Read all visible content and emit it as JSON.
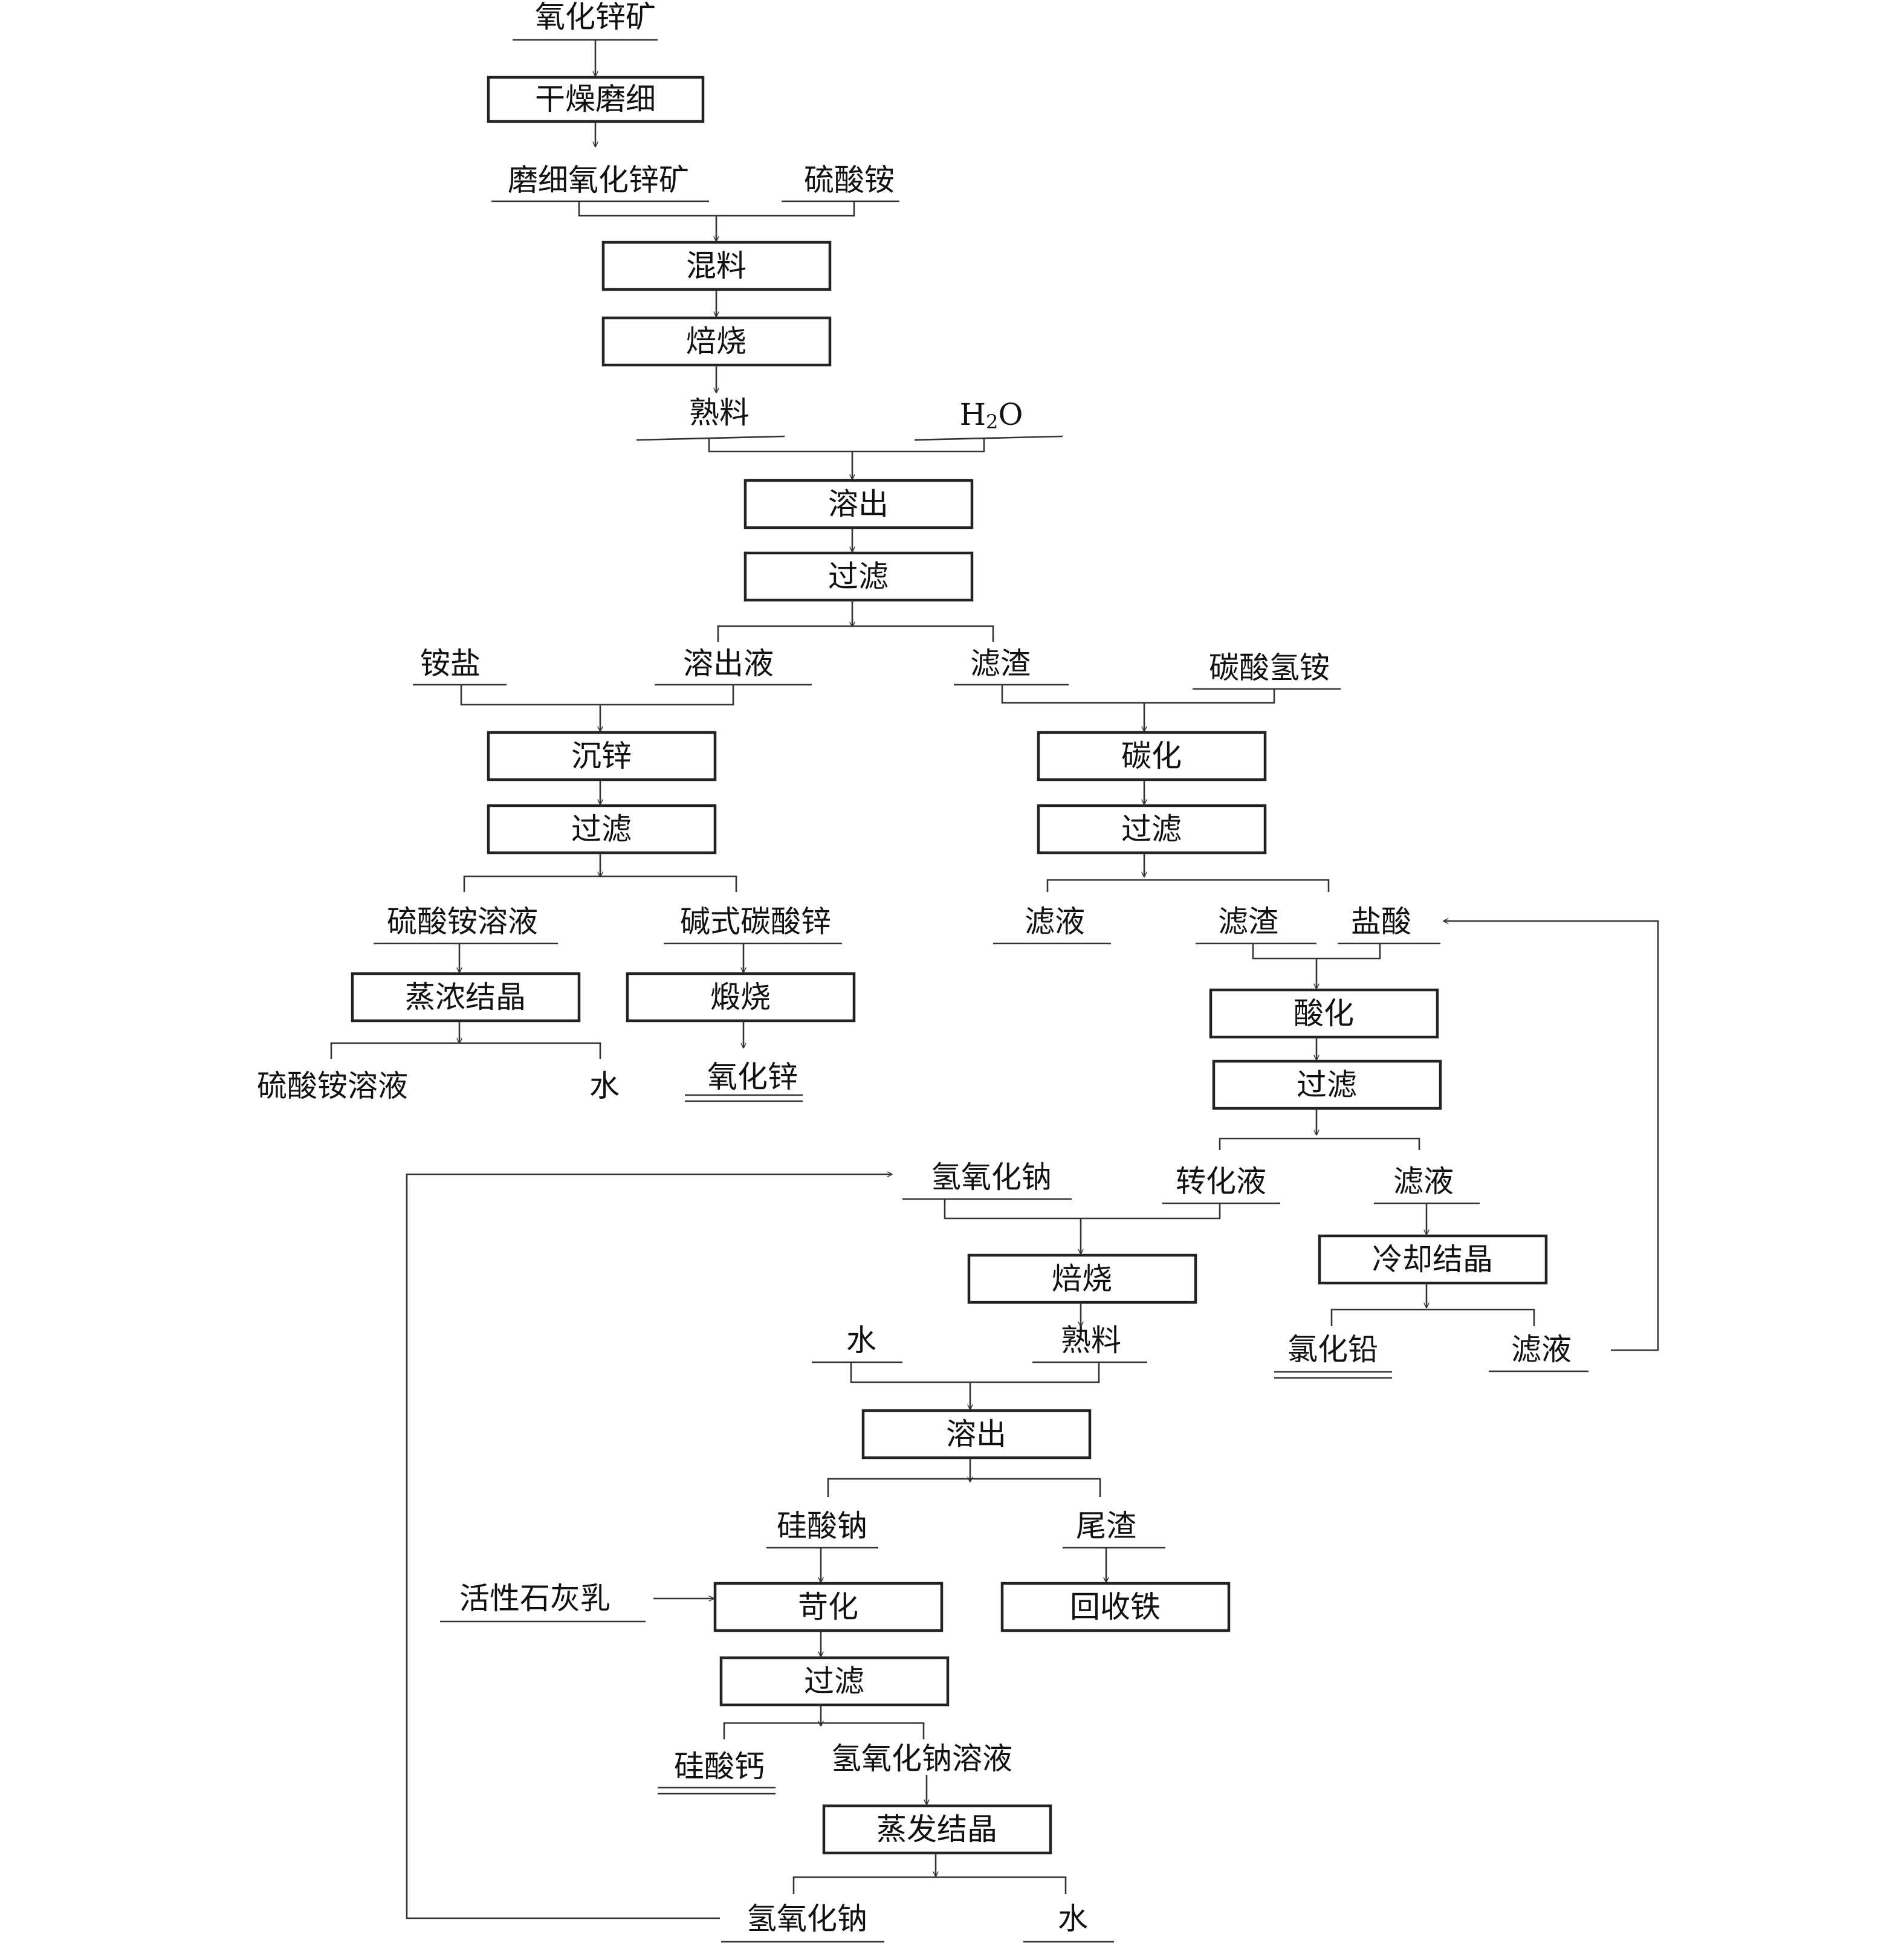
{
  "colors": {
    "line": "#333333",
    "box_stroke": "#222222",
    "text": "#111111",
    "background": "#ffffff"
  },
  "processes": {
    "dry_grind": "干燥磨细",
    "mixing": "混料",
    "roasting_1": "焙烧",
    "leaching_1": "溶出",
    "filter_1": "过滤",
    "zinc_precip": "沉锌",
    "filter_2": "过滤",
    "carbonation": "碳化",
    "filter_3": "过滤",
    "evap_cryst_1": "蒸浓结晶",
    "calcination": "煅烧",
    "acidification": "酸化",
    "filter_4": "过滤",
    "cooling_cryst": "冷却结晶",
    "roasting_2": "焙烧",
    "leaching_2": "溶出",
    "causticization": "苛化",
    "iron_recovery": "回收铁",
    "filter_5": "过滤",
    "evap_cryst_2": "蒸发结晶"
  },
  "materials": {
    "zinc_oxide_ore": "氧化锌矿",
    "ground_ore": "磨细氧化锌矿",
    "ammonium_sulfate": "硫酸铵",
    "clinker_1": "熟料",
    "water_h2o": {
      "main": "H",
      "sub": "2",
      "tail": "O"
    },
    "ammonium_salt": "铵盐",
    "leach_liquor": "溶出液",
    "filter_residue_1": "滤渣",
    "ammonium_bicarbonate": "碳酸氢铵",
    "ammonium_sulfate_solution_1": "硫酸铵溶液",
    "basic_zinc_carbonate": "碱式碳酸锌",
    "filtrate_1": "滤液",
    "filter_residue_2": "滤渣",
    "hydrochloric_acid": "盐酸",
    "ammonium_sulfate_solution_2": "硫酸铵溶液",
    "water_1": "水",
    "zinc_oxide": "氧化锌",
    "sodium_hydroxide_in": "氢氧化钠",
    "converted_liquor": "转化液",
    "filtrate_2": "滤液",
    "water_2": "水",
    "clinker_2": "熟料",
    "lead_chloride": "氯化铅",
    "filtrate_3": "滤液",
    "sodium_silicate": "硅酸钠",
    "tailings": "尾渣",
    "lime_milk": "活性石灰乳",
    "calcium_silicate": "硅酸钙",
    "naoh_solution": "氢氧化钠溶液",
    "sodium_hydroxide_out": "氢氧化钠",
    "water_3": "水"
  }
}
